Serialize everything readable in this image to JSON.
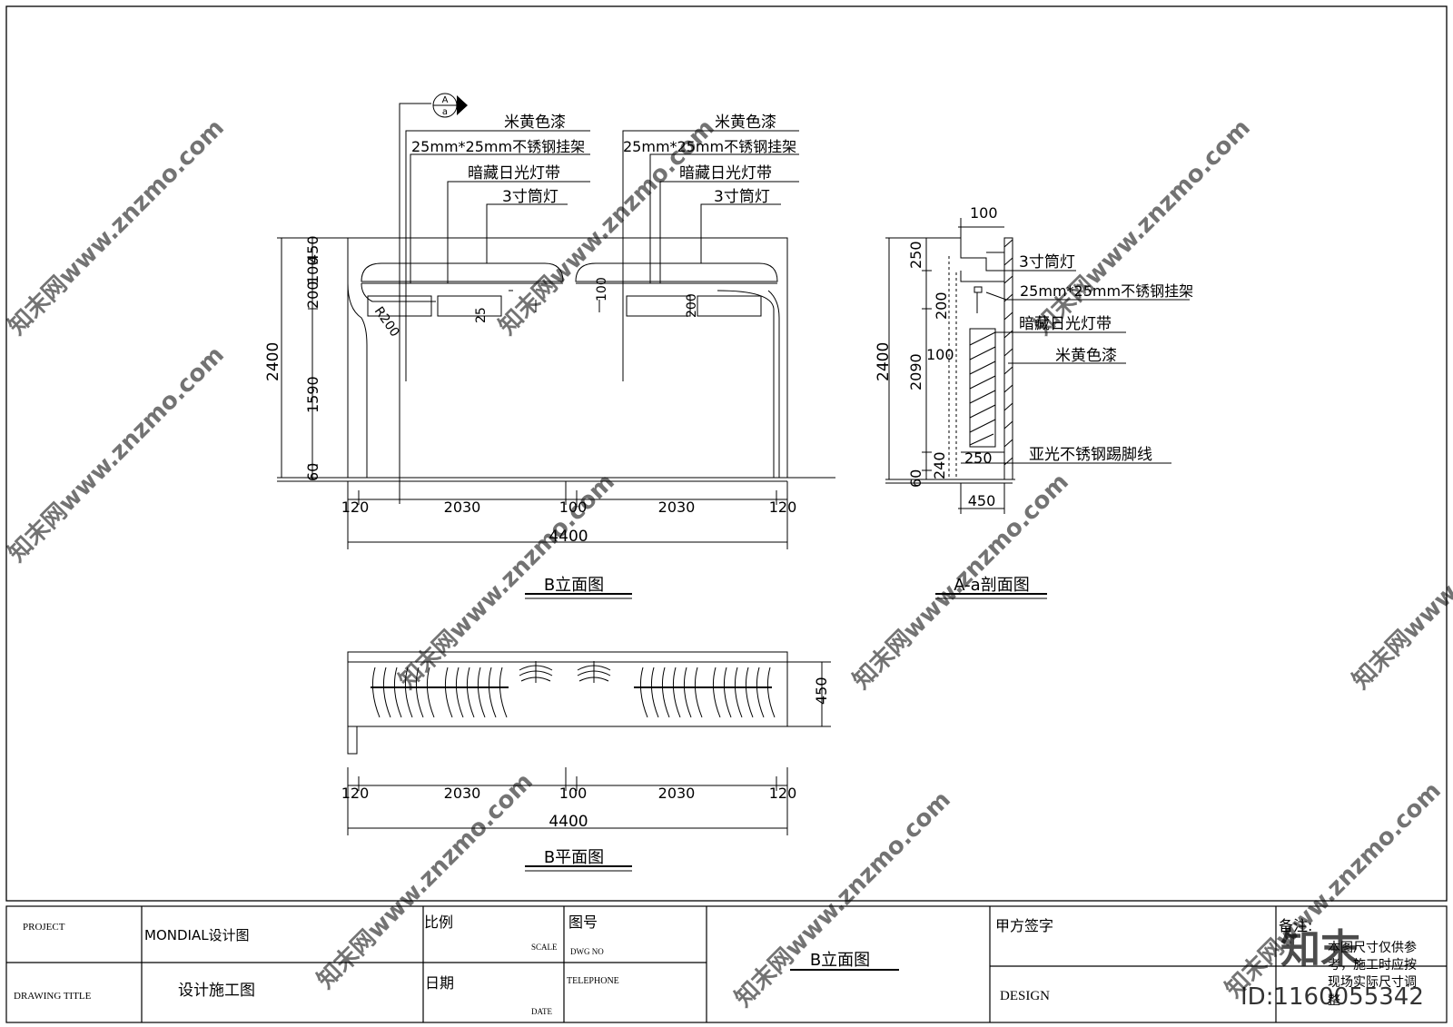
{
  "b_elevation": {
    "callout_symbol": {
      "top": "A",
      "bottom": "a"
    },
    "left_labels": [
      "米黄色漆",
      "25mm*25mm不锈钢挂架",
      "暗藏日光灯带",
      "3寸筒灯"
    ],
    "right_labels": [
      "米黄色漆",
      "25mm*25mm不锈钢挂架",
      "暗藏日光灯带",
      "3寸筒灯"
    ],
    "radius_label": "R200",
    "inner_dims": [
      "25",
      "100",
      "200"
    ],
    "vertical_dims": [
      "450",
      "100",
      "200",
      "1590",
      "60"
    ],
    "total_height": "2400",
    "horizontal_dims": [
      "120",
      "2030",
      "100",
      "2030",
      "120"
    ],
    "total_width": "4400",
    "title": "B立面图"
  },
  "section": {
    "top_dim": "100",
    "labels": [
      "3寸筒灯",
      "25mm*25mm不锈钢挂架",
      "暗藏日光灯带",
      "米黄色漆",
      "亚光不锈钢踢脚线"
    ],
    "vertical_dims": [
      "250",
      "200",
      "2090",
      "240",
      "60"
    ],
    "total_height": "2400",
    "inner_dims": [
      "100",
      "250"
    ],
    "bottom_dim": "450",
    "title": "A-a剖面图"
  },
  "b_plan": {
    "side_dim": "450",
    "horizontal_dims": [
      "120",
      "2030",
      "100",
      "2030",
      "120"
    ],
    "total_width": "4400",
    "title": "B平面图"
  },
  "title_block": {
    "project_label": "PROJECT",
    "project_value": "MONDIAL设计图",
    "scale_label": "比例",
    "scale_sub": "SCALE",
    "drawing_no_label": "图号",
    "drawing_no_sub": "DWG NO",
    "drawing_title_label": "DRAWING TITLE",
    "drawing_title_value": "设计施工图",
    "date_label": "日期",
    "date_sub": "DATE",
    "telephone_label": "TELEPHONE",
    "sheet_title": "B立面图",
    "client_sign_label": "甲方签字",
    "design_label": "DESIGN",
    "remarks_label": "备注:",
    "remarks_text": [
      "本图尺寸仅供参",
      "考，施工时应按",
      "现场实际尺寸调",
      "整"
    ]
  },
  "watermark": {
    "site": "知末网www.znzmo.com",
    "logo": "知末",
    "id": "ID:1160055342"
  }
}
